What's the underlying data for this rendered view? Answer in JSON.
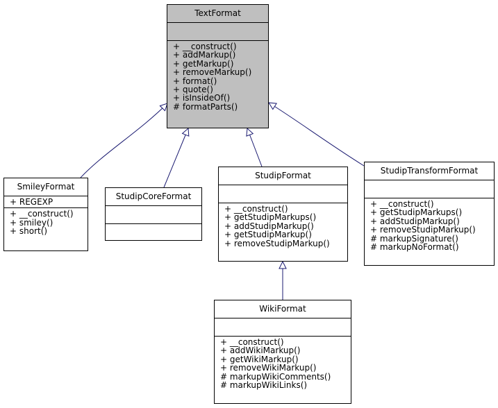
{
  "classes": {
    "text_format": {
      "name": "TextFormat",
      "attributes": [],
      "methods": [
        "+ __construct()",
        "+ addMarkup()",
        "+ getMarkup()",
        "+ removeMarkup()",
        "+ format()",
        "+ quote()",
        "+ isInsideOf()",
        "# formatParts()"
      ]
    },
    "smiley_format": {
      "name": "SmileyFormat",
      "attributes": [
        "+ REGEXP"
      ],
      "methods": [
        "+ __construct()",
        "+ smiley()",
        "+ short()"
      ]
    },
    "studip_core_format": {
      "name": "StudipCoreFormat",
      "attributes": [],
      "methods": []
    },
    "studip_format": {
      "name": "StudipFormat",
      "attributes": [],
      "methods": [
        "+ __construct()",
        "+ getStudipMarkups()",
        "+ addStudipMarkup()",
        "+ getStudipMarkup()",
        "+ removeStudipMarkup()"
      ]
    },
    "studip_transform_format": {
      "name": "StudipTransformFormat",
      "attributes": [],
      "methods": [
        "+ __construct()",
        "+ getStudipMarkups()",
        "+ addStudipMarkup()",
        "+ removeStudipMarkup()",
        "# markupSignature()",
        "# markupNoFormat()"
      ]
    },
    "wiki_format": {
      "name": "WikiFormat",
      "attributes": [],
      "methods": [
        "+ __construct()",
        "+ addWikiMarkup()",
        "+ getWikiMarkup()",
        "+ removeWikiMarkup()",
        "# markupWikiComments()",
        "# markupWikiLinks()"
      ]
    }
  },
  "colors": {
    "edge": "#191970",
    "base_fill": "#bfbfbf",
    "box_border": "#000000"
  }
}
